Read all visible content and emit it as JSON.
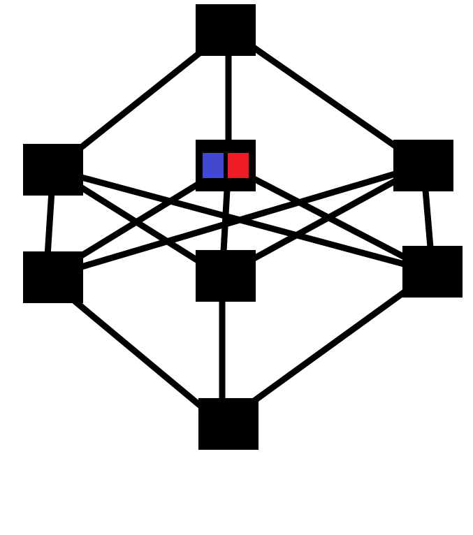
{
  "diagram": {
    "background": "#ffffff",
    "node_color": "#000000",
    "edge_color": "#000000",
    "nodes": [
      {
        "id": "top"
      },
      {
        "id": "left-upper"
      },
      {
        "id": "center-upper",
        "swatches": [
          "#4248d0",
          "#ee1c24"
        ]
      },
      {
        "id": "right-upper"
      },
      {
        "id": "left-lower"
      },
      {
        "id": "center-lower"
      },
      {
        "id": "right-lower"
      },
      {
        "id": "bottom"
      }
    ],
    "edges": [
      [
        "top",
        "left-upper"
      ],
      [
        "top",
        "center-upper"
      ],
      [
        "top",
        "right-upper"
      ],
      [
        "left-upper",
        "left-lower"
      ],
      [
        "left-upper",
        "center-lower"
      ],
      [
        "left-upper",
        "right-lower"
      ],
      [
        "center-upper",
        "left-lower"
      ],
      [
        "center-upper",
        "center-lower"
      ],
      [
        "center-upper",
        "right-lower"
      ],
      [
        "right-upper",
        "left-lower"
      ],
      [
        "right-upper",
        "center-lower"
      ],
      [
        "right-upper",
        "right-lower"
      ],
      [
        "left-lower",
        "bottom"
      ],
      [
        "center-lower",
        "bottom"
      ],
      [
        "right-lower",
        "bottom"
      ]
    ]
  }
}
